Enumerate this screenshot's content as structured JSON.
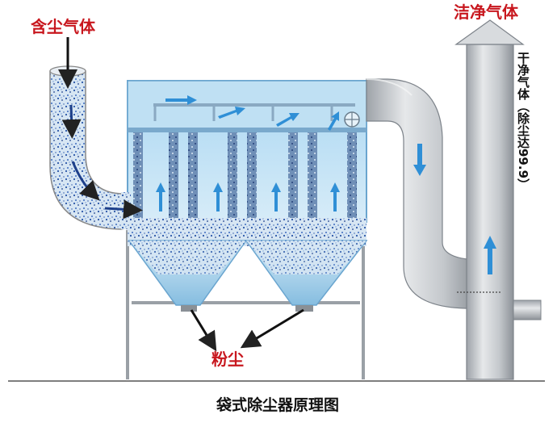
{
  "labels": {
    "inlet": "含尘气体",
    "outlet": "洁净气体",
    "clean_gas_vertical": "干净气体（除尘达99.9）",
    "dust": "粉尘",
    "caption": "袋式除尘器原理图"
  },
  "colors": {
    "label_red": "#c8171e",
    "caption": "#111111",
    "chamber_fill": "#bfe0f3",
    "duct_gray": "#c9ccd0",
    "dust_blue": "#2a56a8",
    "airflow_arrow": "#2f8fd6"
  },
  "icons": {
    "inlet_arrow": "arrow-down-icon",
    "dust_arrows": "arrow-down-icon",
    "airflow_arrows": "arrow-up-icon",
    "damper": "valve-icon"
  }
}
